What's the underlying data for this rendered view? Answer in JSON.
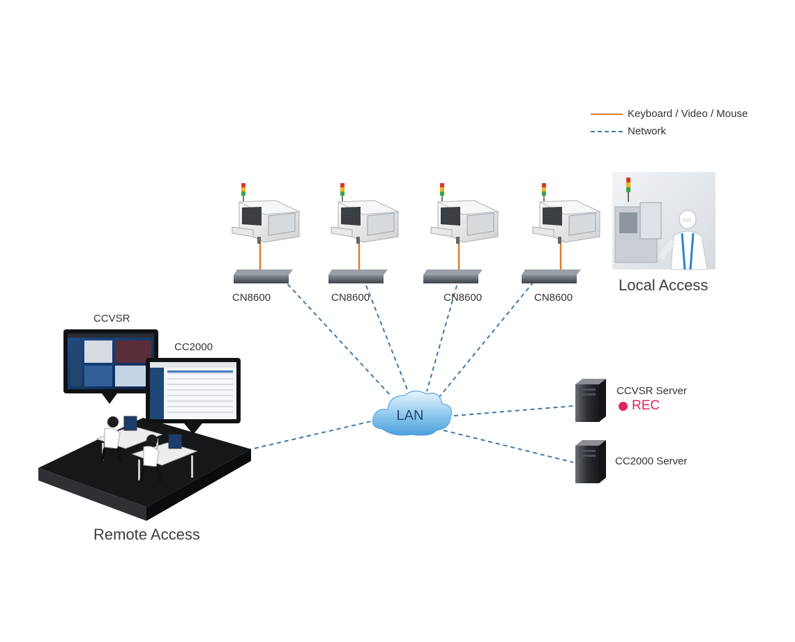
{
  "legend": {
    "kvm_label": "Keyboard / Video / Mouse",
    "network_label": "Network",
    "kvm_color": "#e07a2e",
    "network_color": "#3e78a8"
  },
  "machines": [
    {
      "label": "CN8600",
      "icon": "production-machine-icon"
    },
    {
      "label": "CN8600",
      "icon": "production-machine-icon"
    },
    {
      "label": "CN8600",
      "icon": "production-machine-icon"
    },
    {
      "label": "CN8600",
      "icon": "production-machine-icon"
    }
  ],
  "local_access": {
    "label": "Local Access",
    "icon": "cleanroom-photo"
  },
  "lan": {
    "label": "LAN",
    "icon": "cloud-icon"
  },
  "servers": [
    {
      "label": "CCVSR Server",
      "icon": "server-tower-icon",
      "badge": "REC",
      "badge_color": "#e0245e"
    },
    {
      "label": "CC2000 Server",
      "icon": "server-tower-icon"
    }
  ],
  "remote": {
    "label": "Remote Access",
    "monitors": [
      {
        "label": "CCVSR",
        "icon": "monitor-icon"
      },
      {
        "label": "CC2000",
        "icon": "monitor-icon"
      }
    ]
  }
}
